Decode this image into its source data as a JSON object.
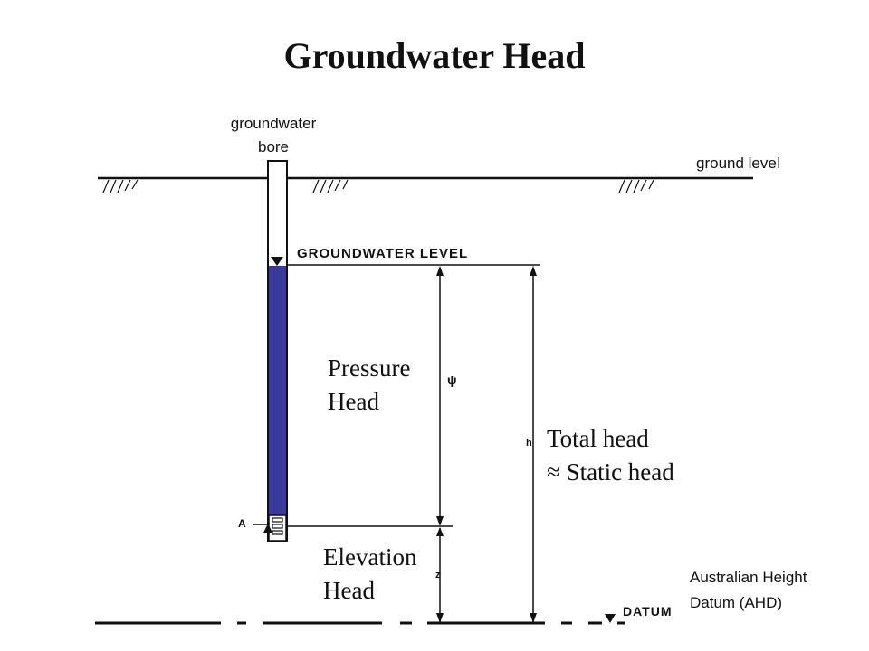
{
  "title": "Groundwater Head",
  "labels": {
    "bore_line1": "groundwater",
    "bore_line2": "bore",
    "ground_level": "ground level",
    "groundwater_level": "GROUNDWATER LEVEL",
    "pressure_line1": "Pressure",
    "pressure_line2": "Head",
    "psi": "ψ",
    "total_line1": "Total head",
    "total_line2": "≈ Static head",
    "h": "h",
    "a": "A",
    "elevation_line1": "Elevation",
    "elevation_line2": "Head",
    "z": "z",
    "ahd_line1": "Australian Height",
    "ahd_line2": "Datum (AHD)",
    "datum": "DATUM"
  },
  "colors": {
    "water": "#3a3a9e",
    "line": "#111111"
  }
}
